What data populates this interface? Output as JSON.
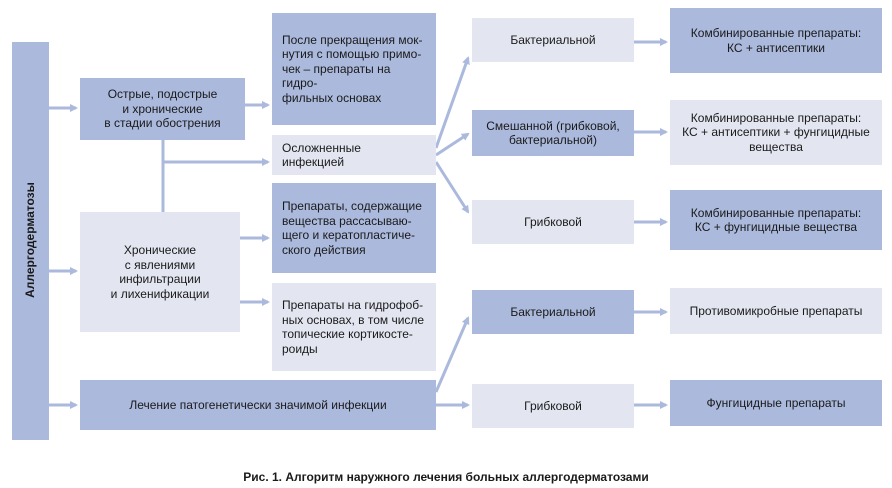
{
  "sidebar": {
    "title": "Аллергодерматозы"
  },
  "col1": {
    "acute": "Острые, подострые\nи хронические\nв стадии обострения",
    "chronic": "Хронические\nс явлениями\nинфильтрации\nи лихенификации",
    "pathogen": "Лечение патогенетически значимой инфекции"
  },
  "col2": {
    "after_wash": "После прекращения мок-\nнутия с помощью примо-\nчек – препараты на гидро-\nфильных основах",
    "infected": "Осложненные инфекцией",
    "resorbing": "Препараты, содержащие\nвещества рассасываю-\nщего и кератопластиче-\nского действия",
    "hydrophobic": "Препараты на гидрофоб-\nных основах, в том числе\nтопические кортикосте-\nроиды"
  },
  "col3": {
    "bacterial_1": "Бактериальной",
    "mixed": "Смешанной (грибковой,\nбактериальной)",
    "fungal_1": "Грибковой",
    "bacterial_2": "Бактериальной",
    "fungal_2": "Грибковой"
  },
  "col4": {
    "combo_1": "Комбинированные препараты:\nКС + антисептики",
    "combo_2": "Комбинированные препараты:\nКС + антисептики + фунгицидные\nвещества",
    "combo_3": "Комбинированные препараты:\nКС + фунгицидные вещества",
    "antimicrobial": "Противомикробные препараты",
    "fungicidal": "Фунгицидные препараты"
  },
  "caption": "Рис. 1. Алгоритм наружного лечения больных аллергодерматозами",
  "colors": {
    "dark": "#aab9dc",
    "light": "#e3e6f1",
    "arrow": "#aab9dc"
  }
}
